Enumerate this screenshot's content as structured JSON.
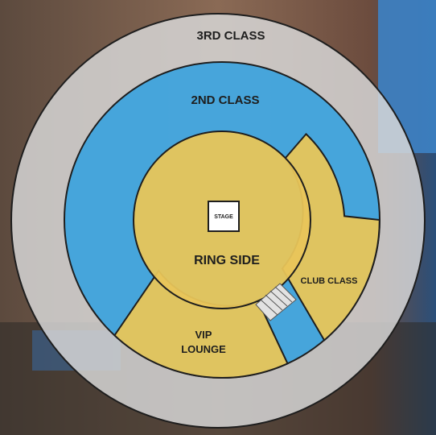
{
  "seating": {
    "third_class": "3RD CLASS",
    "second_class": "2ND CLASS",
    "ring_side": "RING SIDE",
    "club_class": "CLUB CLASS",
    "vip_line1": "VIP",
    "vip_line2": "LOUNGE",
    "stage": "STAGE"
  },
  "colors": {
    "third_class": "#d8d8d8",
    "second_class": "#3fa3dc",
    "premium": "#e8c55a",
    "outline": "#1e1e1e"
  }
}
